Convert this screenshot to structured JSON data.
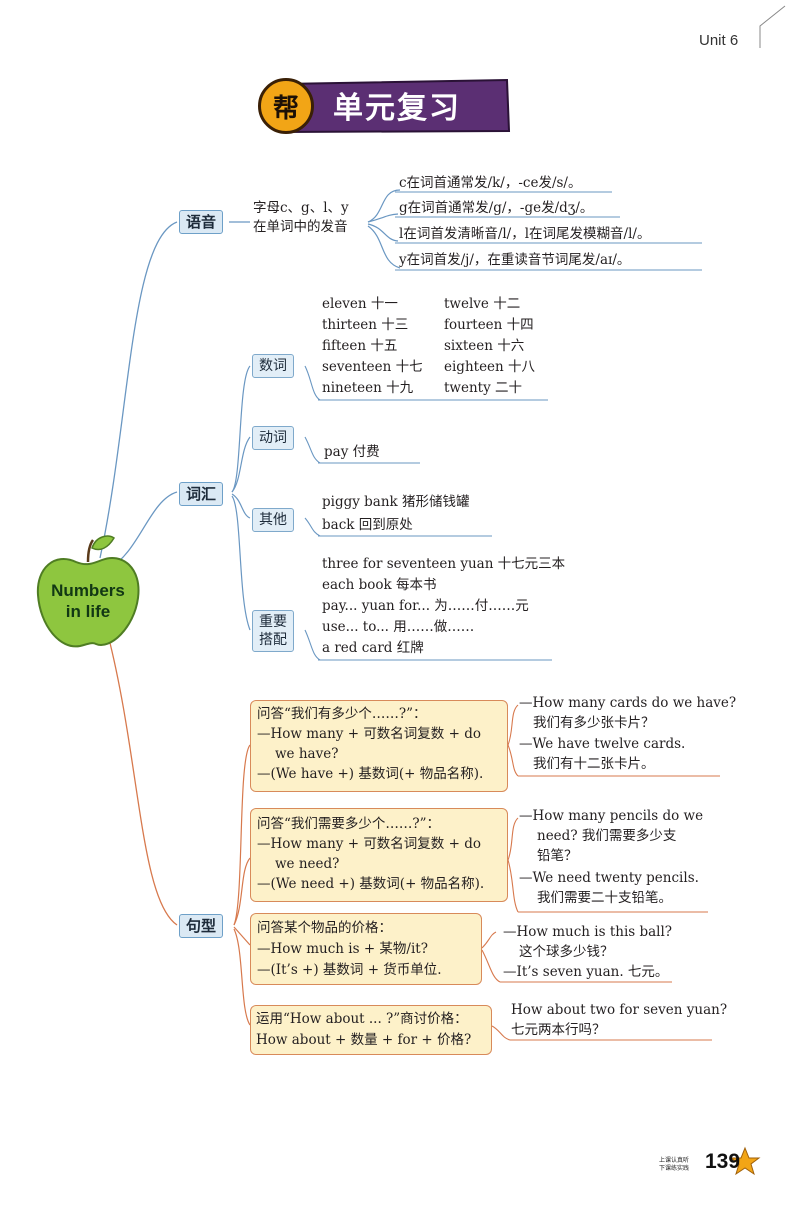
{
  "header": {
    "unit": "Unit 6"
  },
  "title": {
    "badge": "帮",
    "text": "单元复习"
  },
  "center": {
    "line1": "Numbers",
    "line2": "in life"
  },
  "pronunciation": {
    "label": "语音",
    "desc_line1": "字母c、g、l、y",
    "desc_line2": "在单词中的发音",
    "rules": [
      "c在词首通常发/k/，-ce发/s/。",
      "g在词首通常发/g/，-ge发/dʒ/。",
      "l在词首发清晰音/l/，l在词尾发模糊音/l/。",
      "y在词首发/j/，在重读音节词尾发/aɪ/。"
    ]
  },
  "vocab": {
    "label": "词汇",
    "numerals": {
      "label": "数词",
      "left": [
        "eleven 十一",
        "thirteen 十三",
        "fifteen 十五",
        "seventeen 十七",
        "nineteen 十九"
      ],
      "right": [
        "twelve 十二",
        "fourteen 十四",
        "sixteen 十六",
        "eighteen 十八",
        "twenty 二十"
      ]
    },
    "verbs": {
      "label": "动词",
      "items": [
        "pay 付费"
      ]
    },
    "others": {
      "label": "其他",
      "items": [
        "piggy bank 猪形储钱罐",
        "back 回到原处"
      ]
    },
    "phrases": {
      "label_line1": "重要",
      "label_line2": "搭配",
      "items": [
        "three for seventeen yuan 十七元三本",
        "each book 每本书",
        "pay... yuan for... 为……付……元",
        "use... to... 用……做……",
        "a red card 红牌"
      ]
    }
  },
  "sentences": {
    "label": "句型",
    "patterns": [
      {
        "lines": [
          "问答“我们有多少个……?”：",
          "—How many + 可数名词复数 + do",
          "we have?",
          "—(We have +) 基数词(+ 物品名称)."
        ],
        "examples": [
          "—How many cards do we have?",
          "我们有多少张卡片？",
          "—We have twelve cards.",
          "我们有十二张卡片。"
        ]
      },
      {
        "lines": [
          "问答“我们需要多少个……?”：",
          "—How many + 可数名词复数 + do",
          "we need?",
          "—(We need +) 基数词(+ 物品名称)."
        ],
        "examples": [
          "—How many pencils do we",
          "need? 我们需要多少支",
          "铅笔？",
          "—We need twenty pencils.",
          "我们需要二十支铅笔。"
        ]
      },
      {
        "lines": [
          "问答某个物品的价格：",
          "—How much is + 某物/it?",
          "—(It’s +) 基数词 + 货币单位."
        ],
        "examples": [
          "—How much is this ball?",
          "这个球多少钱？",
          "—It’s seven yuan. 七元。"
        ]
      },
      {
        "lines": [
          "运用“How about ... ?”商讨价格：",
          "How about + 数量 + for + 价格?"
        ],
        "examples": [
          "How about two for seven yuan?",
          "七元两本行吗？"
        ]
      }
    ]
  },
  "footer": {
    "slogan_line1": "上课认真听",
    "slogan_line2": "下课练实践",
    "page": "139"
  },
  "colors": {
    "title_purple": "#5b2f73",
    "badge_orange": "#f2a516",
    "apple_green": "#8ec63f",
    "branch_blue": "#6a97c2",
    "branch_orange": "#d7794d",
    "box_fill": "#fdf1c9"
  }
}
